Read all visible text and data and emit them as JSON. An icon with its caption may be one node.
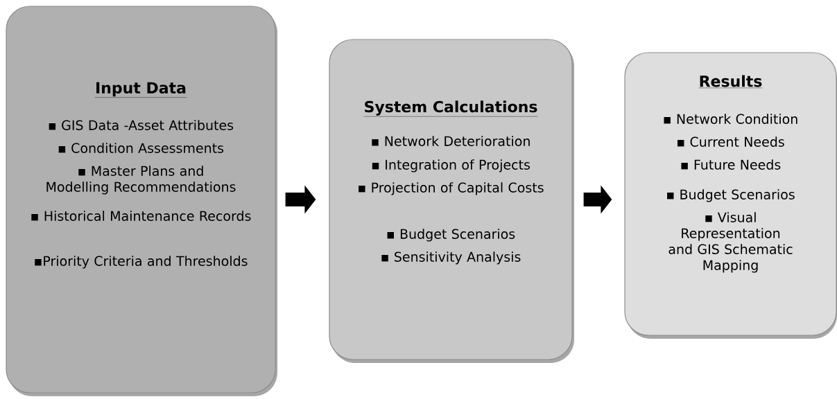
{
  "diagram": {
    "nodes": [
      {
        "text": [
          "Input Data",
          "▪ GIS Data -Asset Attributes",
          "▪ Condition Assessments",
          "▪ Master Plans and Modelling Recommendations",
          "▪ Historical Maintenance Records",
          "▪Priority Criteria and Thresholds"
        ]
      },
      {
        "text": [
          "System Calculations",
          "▪ Network Deterioration",
          "▪ Integration of Projects",
          "▪ Projection of Capital Costs",
          "▪ Budget Scenarios",
          "▪ Sensitivity Analysis"
        ]
      },
      {
        "text": [
          "Results",
          "▪ Network Condition",
          "▪ Current Needs",
          "▪ Future Needs",
          "▪ Budget Scenarios",
          "▪ Visual Representation and GIS Schematic Mapping"
        ]
      }
    ],
    "edges": [
      {
        "from": 0,
        "to": 1,
        "arrow": "to"
      },
      {
        "from": 1,
        "to": 2,
        "arrow": "to"
      }
    ]
  }
}
